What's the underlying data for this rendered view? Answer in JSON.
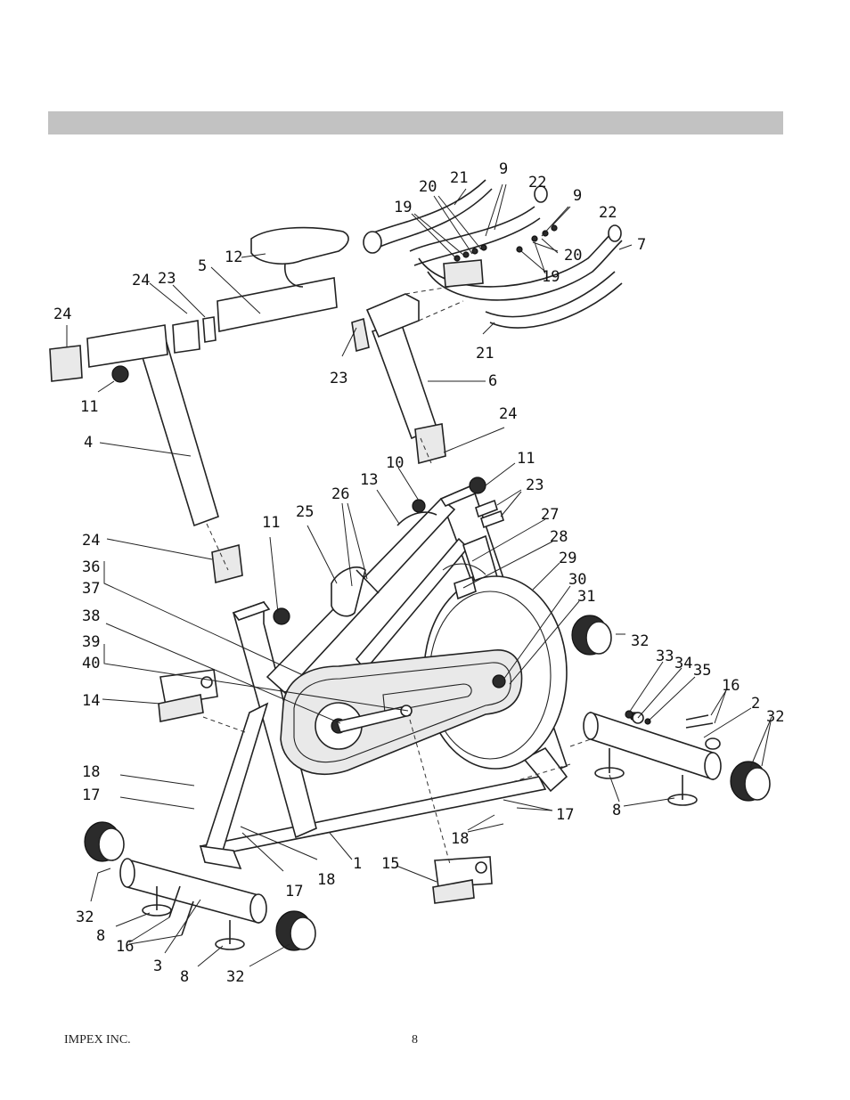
{
  "footer": {
    "company": "IMPEX INC.",
    "page_number": "8"
  },
  "labels": [
    {
      "id": "l21a",
      "text": "21"
    },
    {
      "id": "l9a",
      "text": "9"
    },
    {
      "id": "l20a",
      "text": "20"
    },
    {
      "id": "l22a",
      "text": "22"
    },
    {
      "id": "l9b",
      "text": "9"
    },
    {
      "id": "l19a",
      "text": "19"
    },
    {
      "id": "l22b",
      "text": "22"
    },
    {
      "id": "l7",
      "text": "7"
    },
    {
      "id": "l20b",
      "text": "20"
    },
    {
      "id": "l19b",
      "text": "19"
    },
    {
      "id": "l12",
      "text": "12"
    },
    {
      "id": "l5",
      "text": "5"
    },
    {
      "id": "l24a",
      "text": "24"
    },
    {
      "id": "l23a",
      "text": "23"
    },
    {
      "id": "l24b",
      "text": "24"
    },
    {
      "id": "l21b",
      "text": "21"
    },
    {
      "id": "l23b",
      "text": "23"
    },
    {
      "id": "l6",
      "text": "6"
    },
    {
      "id": "l11a",
      "text": "11"
    },
    {
      "id": "l4",
      "text": "4"
    },
    {
      "id": "l24c",
      "text": "24"
    },
    {
      "id": "l10",
      "text": "10"
    },
    {
      "id": "l13",
      "text": "13"
    },
    {
      "id": "l11b",
      "text": "11"
    },
    {
      "id": "l23c",
      "text": "23"
    },
    {
      "id": "l26",
      "text": "26"
    },
    {
      "id": "l25",
      "text": "25"
    },
    {
      "id": "l11c",
      "text": "11"
    },
    {
      "id": "l27",
      "text": "27"
    },
    {
      "id": "l28",
      "text": "28"
    },
    {
      "id": "l24d",
      "text": "24"
    },
    {
      "id": "l29",
      "text": "29"
    },
    {
      "id": "l36",
      "text": "36"
    },
    {
      "id": "l37",
      "text": "37"
    },
    {
      "id": "l30",
      "text": "30"
    },
    {
      "id": "l31",
      "text": "31"
    },
    {
      "id": "l38",
      "text": "38"
    },
    {
      "id": "l32a",
      "text": "32"
    },
    {
      "id": "l39",
      "text": "39"
    },
    {
      "id": "l40",
      "text": "40"
    },
    {
      "id": "l33",
      "text": "33"
    },
    {
      "id": "l34",
      "text": "34"
    },
    {
      "id": "l35",
      "text": "35"
    },
    {
      "id": "l14",
      "text": "14"
    },
    {
      "id": "l16a",
      "text": "16"
    },
    {
      "id": "l2",
      "text": "2"
    },
    {
      "id": "l32b",
      "text": "32"
    },
    {
      "id": "l18a",
      "text": "18"
    },
    {
      "id": "l17a",
      "text": "17"
    },
    {
      "id": "l8a",
      "text": "8"
    },
    {
      "id": "l17b",
      "text": "17"
    },
    {
      "id": "l18b",
      "text": "18"
    },
    {
      "id": "l1",
      "text": "1"
    },
    {
      "id": "l18c",
      "text": "18"
    },
    {
      "id": "l17c",
      "text": "17"
    },
    {
      "id": "l15",
      "text": "15"
    },
    {
      "id": "l32c",
      "text": "32"
    },
    {
      "id": "l8b",
      "text": "8"
    },
    {
      "id": "l16b",
      "text": "16"
    },
    {
      "id": "l3",
      "text": "3"
    },
    {
      "id": "l8c",
      "text": "8"
    },
    {
      "id": "l32d",
      "text": "32"
    }
  ]
}
